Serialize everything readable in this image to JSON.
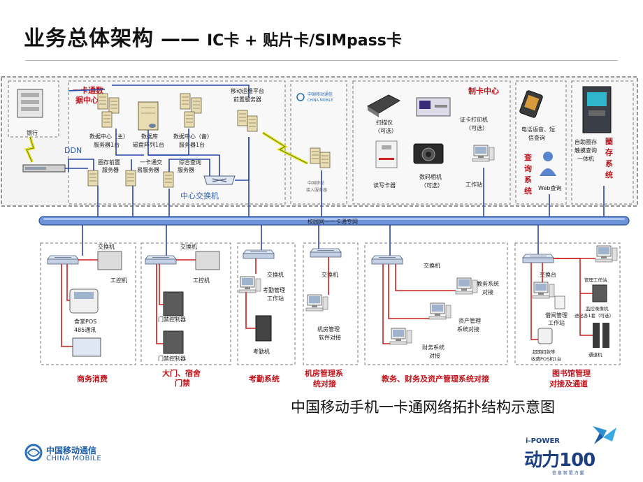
{
  "title": {
    "main": "业务总体架构",
    "dash": "——",
    "sub": "IC卡 + 贴片卡/SIMpass卡"
  },
  "caption": "中国移动手机一卡通网络拓扑结构示意图",
  "top": {
    "bank": "银行",
    "ddn": "DDN",
    "card_center": [
      "一卡通数",
      "据中心"
    ],
    "data_main": [
      "数据中心（主）",
      "服务器1台"
    ],
    "db_array": [
      "数据库",
      "磁盘阵列1台"
    ],
    "data_backup": [
      "数据中心（备）",
      "服务器1台"
    ],
    "circle_front": [
      "圈存前置",
      "服务器"
    ],
    "card_exchange": [
      "一卡通交",
      "易服务器"
    ],
    "query_server": [
      "综合查询",
      "服务器"
    ],
    "central_switch": "中心交换机",
    "mobile_platform": [
      "移动运维平台",
      "前置服务器"
    ],
    "cmcc_cn": "中国移动通信",
    "cmcc_en": "CHINA MOBILE",
    "cmcc_access": [
      "中国移动",
      "接入服务器"
    ],
    "card_making": "制卡中心",
    "scanner": [
      "扫描仪",
      "（可选）"
    ],
    "badge_printer": [
      "证卡打印机",
      "（可选）"
    ],
    "reader": "读写卡器",
    "camera": [
      "数码相机",
      "（可选）"
    ],
    "workstation": "工作站",
    "phone_query": [
      "电话语音、短",
      "信查询"
    ],
    "query_system": [
      "查",
      "询",
      "系",
      "统"
    ],
    "web_query": "Web查询",
    "kiosk": [
      "自助圈存",
      "触摸查询",
      "一体机"
    ],
    "circle_system": [
      "圈",
      "存",
      "系",
      "统"
    ]
  },
  "backbone": "校园网—一卡通专网",
  "bottom": {
    "switch": "交换机",
    "ipc": "工控机",
    "pos": [
      "食堂POS",
      "485通讯"
    ],
    "gate_ctrl": "门禁控制器",
    "attendance_ws": [
      "考勤管理",
      "工作站"
    ],
    "attendance_m": "考勤机",
    "room_sw": [
      "机房管理",
      "软件对接"
    ],
    "edu": [
      "教务系统",
      "对接"
    ],
    "asset": [
      "资产管理",
      "系统对接"
    ],
    "finance": [
      "财务系统",
      "对接"
    ],
    "lib_switch": "交换台",
    "lib_ws": "管理工作站",
    "lib_borrow_ws": [
      "借阅管理",
      "工作站"
    ],
    "lib_camera": [
      "监控录像机",
      "进出各1套（可选）"
    ],
    "lib_pos": [
      "超期扣款等",
      "收费POS机1台"
    ],
    "lib_channel": "通道机"
  },
  "categories": {
    "commerce": "商务消费",
    "gate": [
      "大门、宿舍",
      "门禁"
    ],
    "attendance": "考勤系统",
    "room": [
      "机房管理系",
      "统对接"
    ],
    "academic": "教务、财务及资产管理系统对接",
    "library": [
      "图书馆管理",
      "对接及通道"
    ]
  },
  "logos": {
    "cmcc_cn": "中国移动通信",
    "cmcc_en": "CHINA MOBILE",
    "ipower_top": "i-POWER",
    "ipower_main": "动力100",
    "ipower_small": "信 息 就 是 力 量"
  },
  "colors": {
    "red_line": "#cc1f1f",
    "blue_line": "#2746a8",
    "backbone": "#5d86cf",
    "dashed": "#7a7a7a",
    "label_red": "#c0141c"
  }
}
